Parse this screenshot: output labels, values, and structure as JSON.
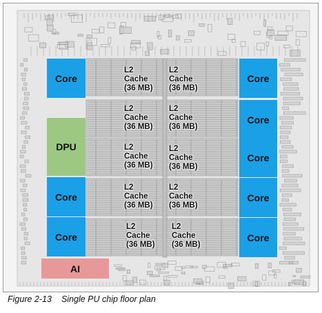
{
  "figure": {
    "number": "Figure 2-13",
    "title": "Single PU chip floor plan"
  },
  "blocks": {
    "core_label": "Core",
    "dpu_label": "DPU",
    "ai_label": "AI"
  },
  "l2_cache": {
    "line1": "L2",
    "line2": "Cache",
    "line3": "(36 MB)"
  },
  "colors": {
    "core": "#1aa0e6",
    "dpu": "#9dc883",
    "ai": "#e7999a",
    "die_background": "#e6e6e6",
    "circuitry": "#8a8a8a"
  }
}
